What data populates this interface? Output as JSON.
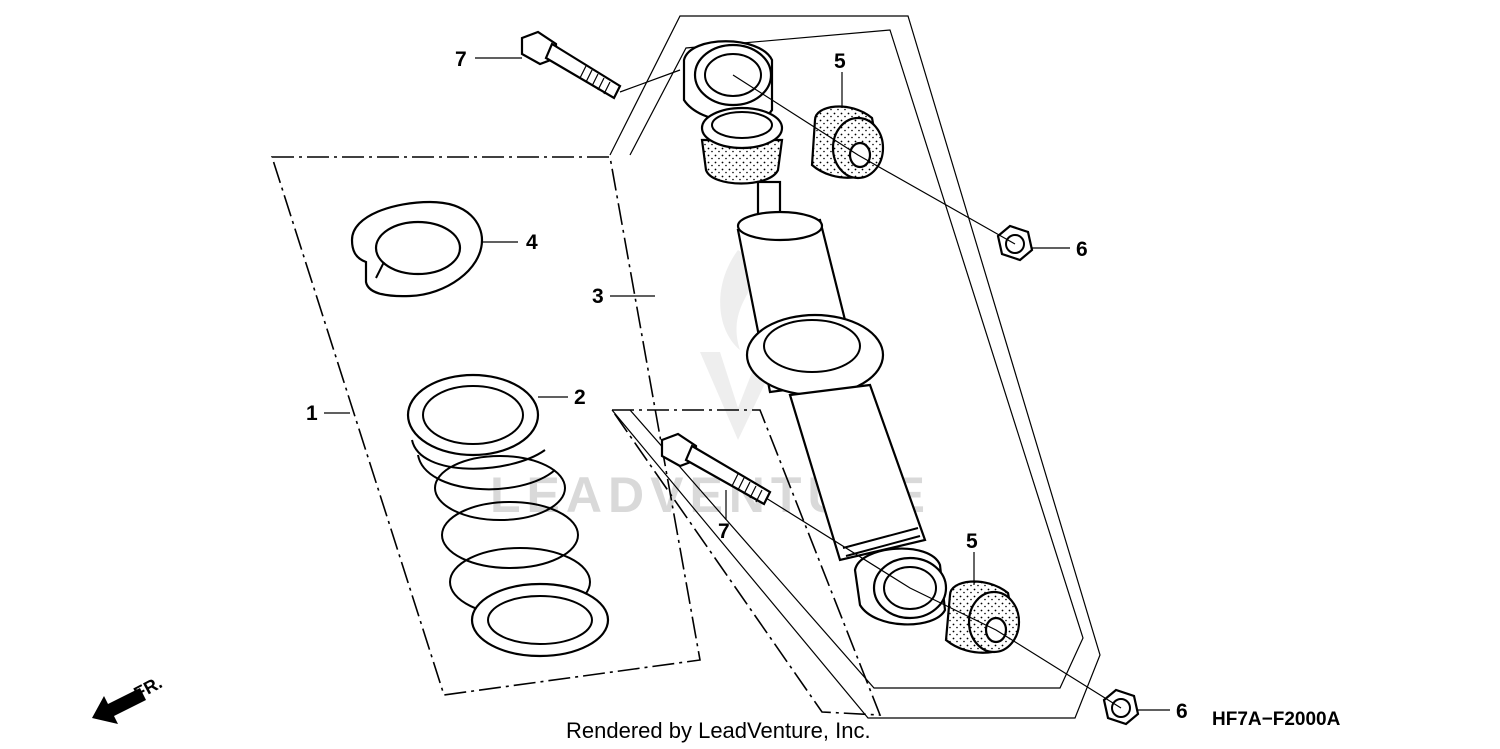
{
  "diagram": {
    "callouts": {
      "c1": "1",
      "c2": "2",
      "c3": "3",
      "c4": "4",
      "c5a": "5",
      "c5b": "5",
      "c6a": "6",
      "c6b": "6",
      "c7a": "7",
      "c7b": "7"
    },
    "direction_label": "FR.",
    "diagram_code": "HF7A−F2000A",
    "credit": "Rendered by LeadVenture, Inc.",
    "watermark": "LEADVENTURE",
    "icons": {
      "direction": "arrow-front-icon",
      "watermark_logo": "leadventure-logo-icon"
    },
    "colors": {
      "line": "#000000",
      "watermark": "#d9d9d9",
      "background": "#ffffff"
    }
  }
}
